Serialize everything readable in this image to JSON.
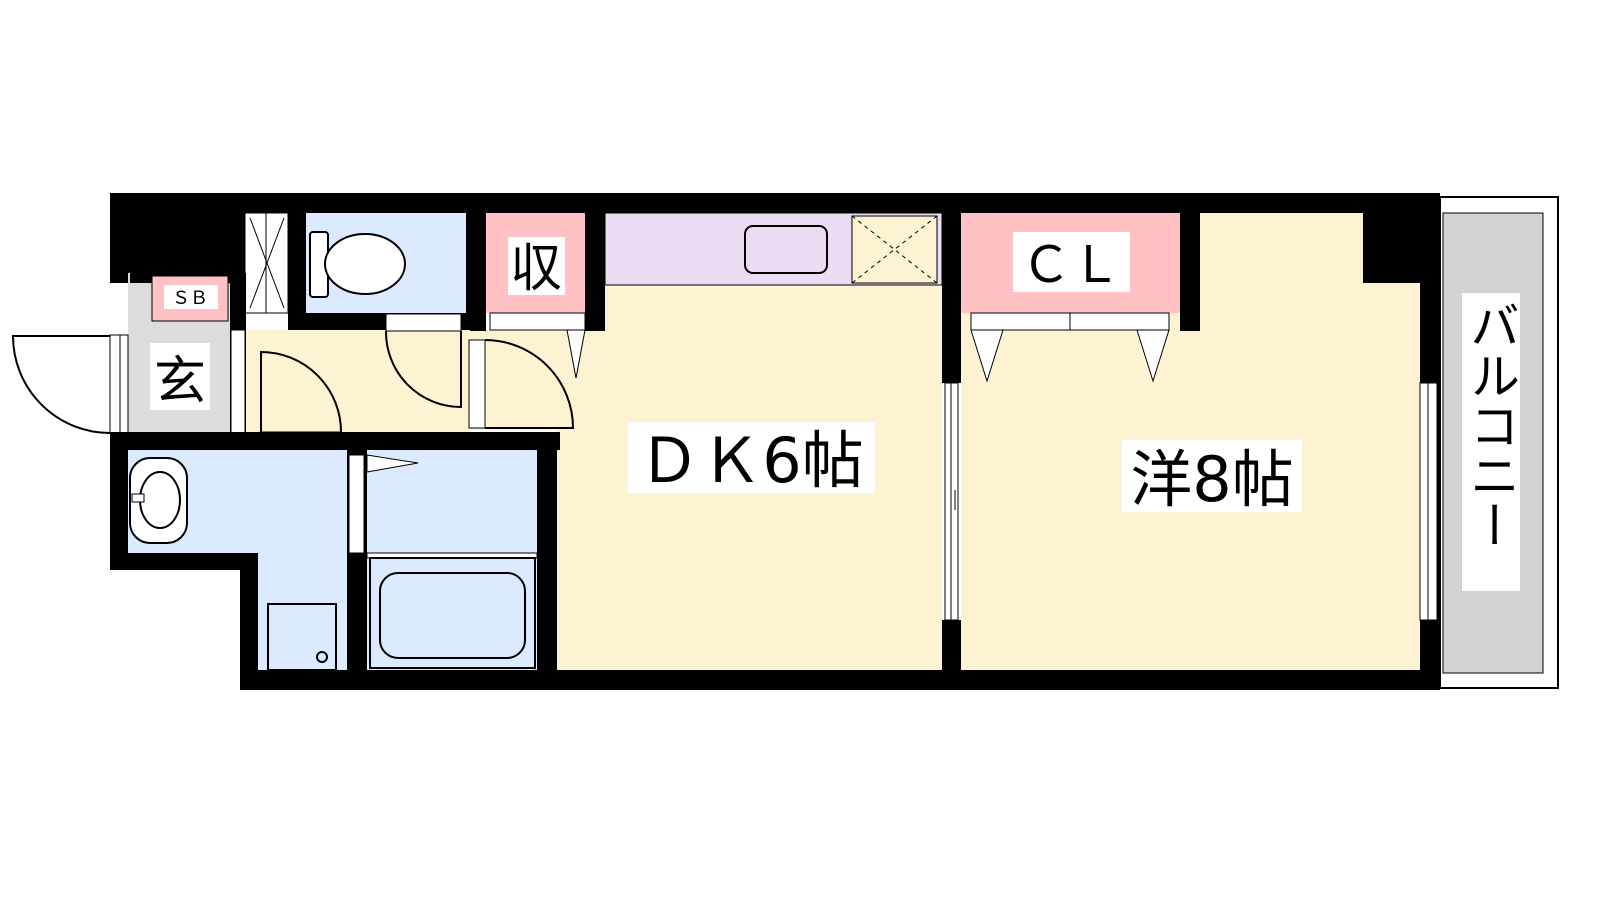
{
  "rooms": {
    "dk": {
      "label": "ＤＫ6帖"
    },
    "western": {
      "label": "洋8帖"
    },
    "entrance": {
      "label": "玄"
    },
    "storage": {
      "label": "収"
    },
    "closet": {
      "label": "ＣＬ"
    },
    "shoe_box": {
      "label": "ＳＢ"
    },
    "balcony": {
      "label": "バルコニー"
    }
  },
  "colors": {
    "wall": "#000000",
    "room_floor": "#fdf2d2",
    "wet_area": "#dbeaff",
    "storage": "#ffc1c4",
    "kitchen_counter": "#eadcf3",
    "entrance_floor": "#dcdcdc",
    "balcony": "#d3d3d3"
  },
  "icons": [
    "toilet-icon",
    "washbasin-icon",
    "bathtub-icon",
    "washing-machine-icon",
    "stove-icon",
    "door-swing-icon",
    "window-icon"
  ]
}
